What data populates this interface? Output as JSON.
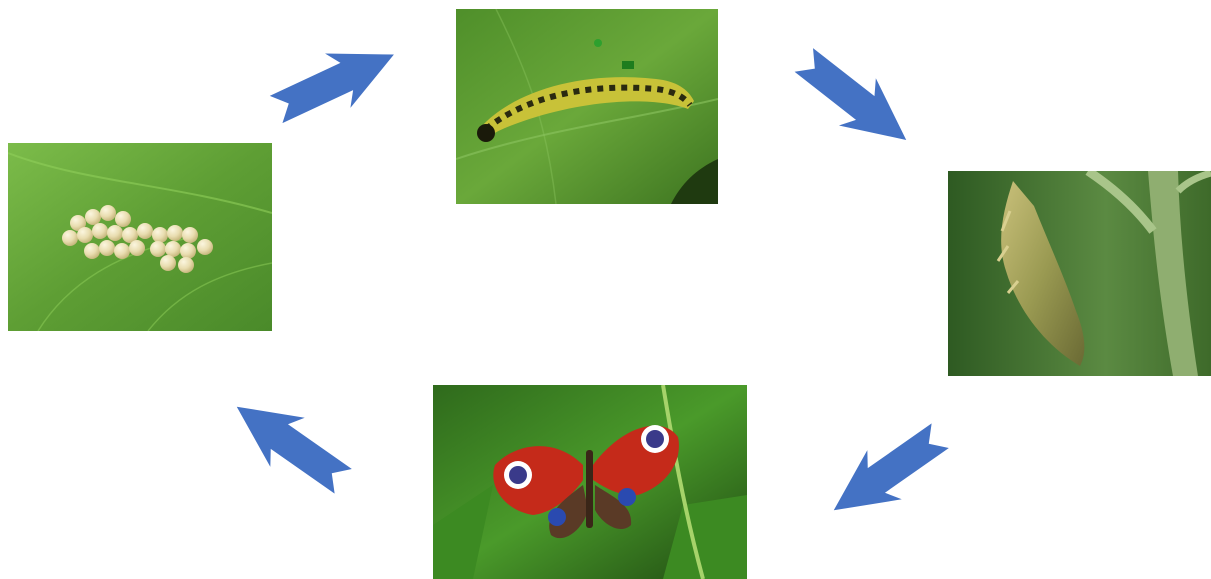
{
  "diagram": {
    "stages": [
      {
        "id": "eggs",
        "icon": "butterfly-eggs-on-leaf"
      },
      {
        "id": "caterpillar",
        "icon": "caterpillar-on-leaf"
      },
      {
        "id": "pupa",
        "icon": "chrysalis-on-stem"
      },
      {
        "id": "butterfly",
        "icon": "peacock-butterfly-on-nettle"
      }
    ],
    "arrows": [
      {
        "from": "eggs",
        "to": "caterpillar"
      },
      {
        "from": "caterpillar",
        "to": "pupa"
      },
      {
        "from": "pupa",
        "to": "butterfly"
      },
      {
        "from": "butterfly",
        "to": "eggs"
      }
    ],
    "colors": {
      "arrow": "#4472C4",
      "leaf": "#5E9E3A",
      "background": "#FFFFFF"
    }
  }
}
